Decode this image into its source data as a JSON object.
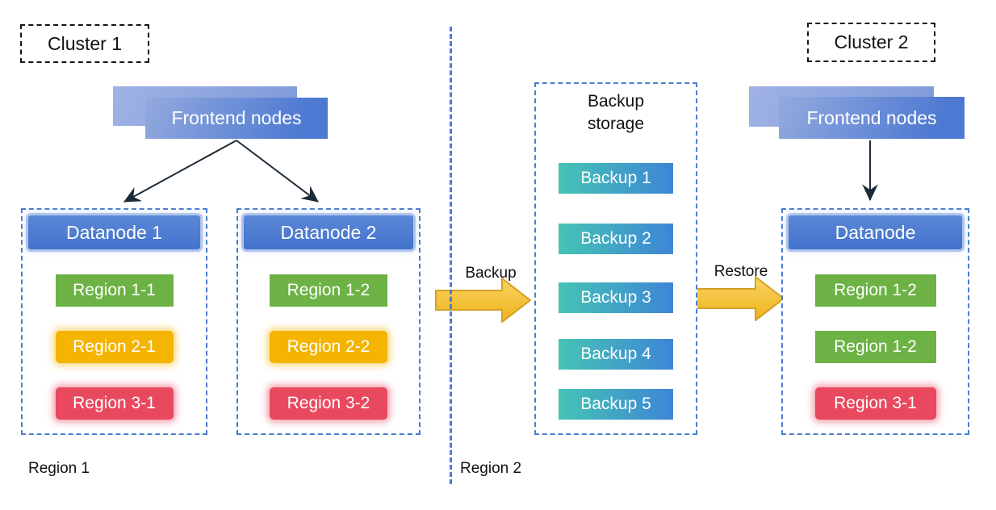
{
  "diagram": {
    "cluster1": {
      "label": "Cluster 1",
      "frontend_label": "Frontend nodes",
      "datanode1": {
        "title": "Datanode 1",
        "regions": [
          {
            "label": "Region 1-1",
            "color": "green"
          },
          {
            "label": "Region 2-1",
            "color": "yellow"
          },
          {
            "label": "Region 3-1",
            "color": "red"
          }
        ]
      },
      "datanode2": {
        "title": "Datanode 2",
        "regions": [
          {
            "label": "Region 1-2",
            "color": "green"
          },
          {
            "label": "Region 2-2",
            "color": "yellow"
          },
          {
            "label": "Region 3-2",
            "color": "red"
          }
        ]
      },
      "region_caption": "Region 1"
    },
    "backup_storage": {
      "title_line1": "Backup",
      "title_line2": "storage",
      "items": [
        {
          "label": "Backup 1"
        },
        {
          "label": "Backup 2"
        },
        {
          "label": "Backup 3"
        },
        {
          "label": "Backup 4"
        },
        {
          "label": "Backup 5"
        }
      ],
      "region_caption": "Region 2"
    },
    "cluster2": {
      "label": "Cluster 2",
      "frontend_label": "Frontend nodes",
      "datanode": {
        "title": "Datanode",
        "regions": [
          {
            "label": "Region 1-2",
            "color": "green"
          },
          {
            "label": "Region 1-2",
            "color": "green"
          },
          {
            "label": "Region 3-1",
            "color": "red"
          }
        ]
      }
    },
    "flows": {
      "backup_label": "Backup",
      "restore_label": "Restore"
    },
    "colors": {
      "dashed_border_blue": "#4a7dd0",
      "node_blue": "#4b79d1",
      "frontend_gradient_start": "#93aade",
      "frontend_gradient_end": "#4d79d2",
      "frontend_back_box": "#8ca5de",
      "region_green": "#6cb244",
      "region_yellow": "#f4b400",
      "region_red": "#e8495f",
      "backup_gradient_start": "#45c4b4",
      "backup_gradient_end": "#3e85d6",
      "flow_arrow_fill": "#f5bd1f",
      "flow_arrow_border": "#d0a125",
      "connector_black": "#1c2b3a"
    }
  }
}
